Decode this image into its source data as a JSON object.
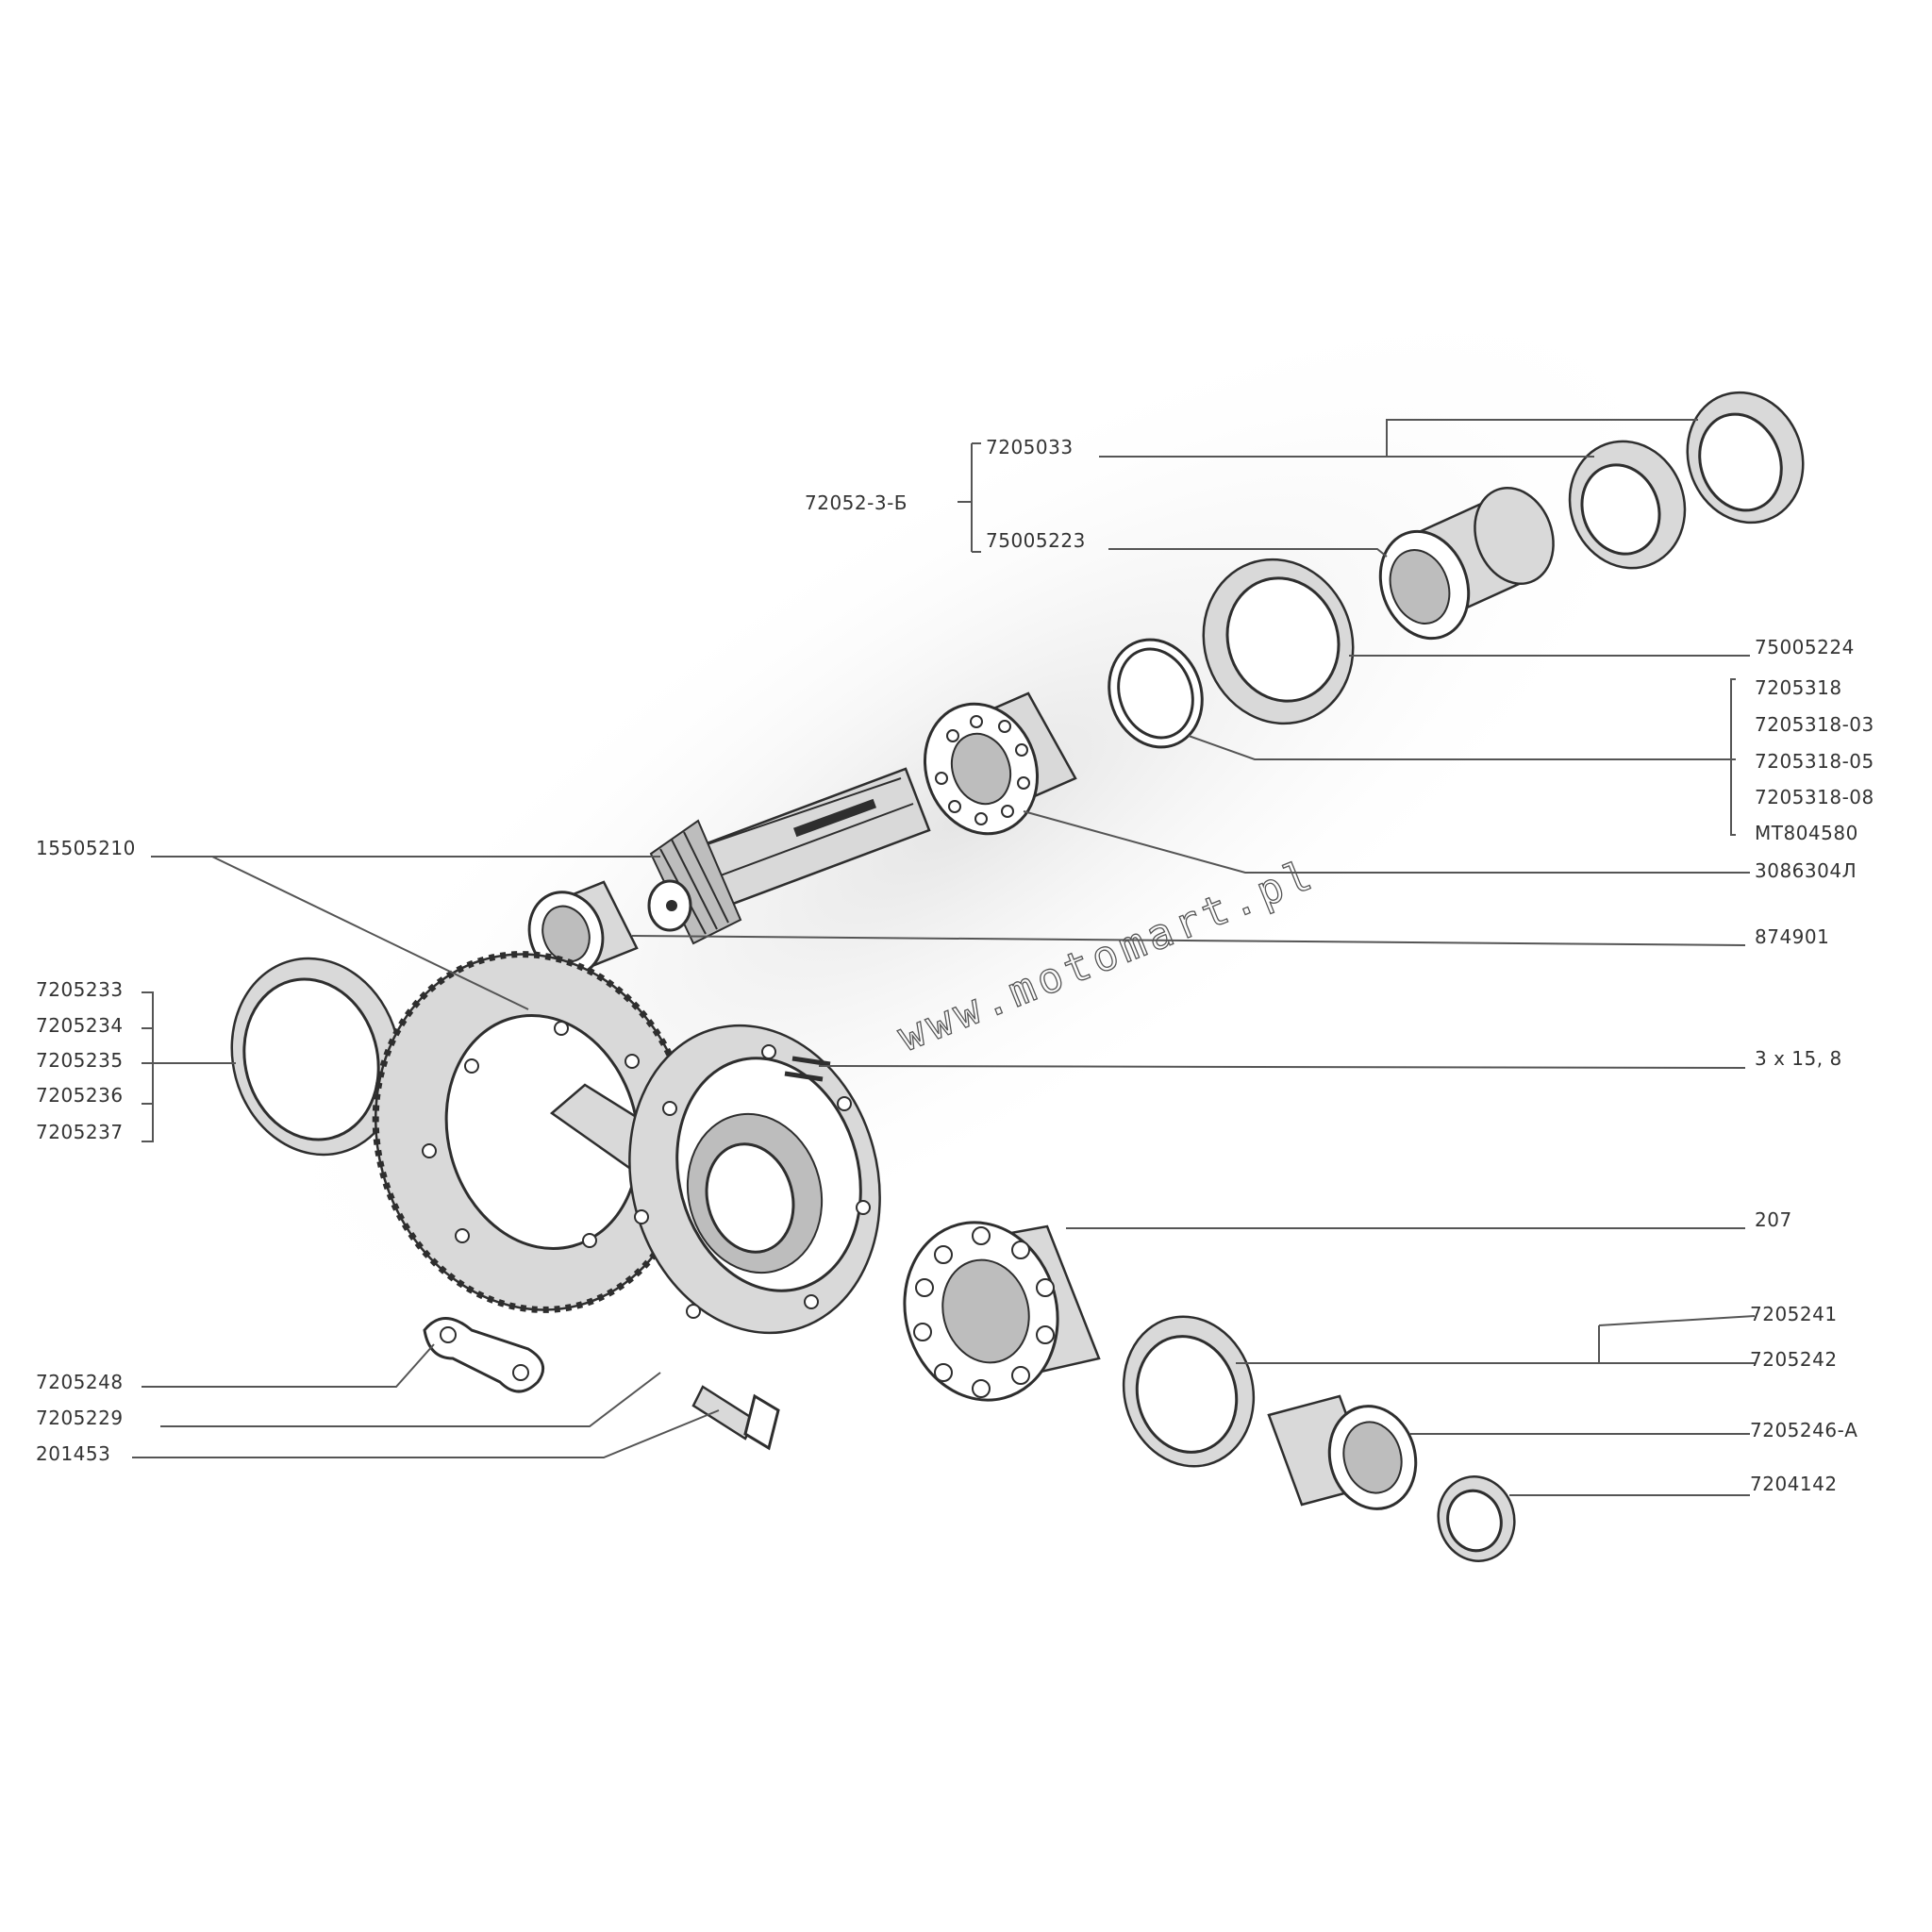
{
  "watermark": "www.motomart.pl",
  "labels": {
    "l72052_3_b": "72052-3-Б",
    "l7205033": "7205033",
    "l75005223": "75005223",
    "l75005224": "75005224",
    "l7205318": "7205318",
    "l7205318_03": "7205318-03",
    "l7205318_05": "7205318-05",
    "l7205318_08": "7205318-08",
    "lmt804580": "МТ804580",
    "l3086304": "3086304Л",
    "l874901": "874901",
    "l15505210": "15505210",
    "l3x158": "3 х 15, 8",
    "l7205233": "7205233",
    "l7205234": "7205234",
    "l7205235": "7205235",
    "l7205236": "7205236",
    "l7205237": "7205237",
    "l207": "207",
    "l7205241": "7205241",
    "l7205242": "7205242",
    "l7205246_a": "7205246-А",
    "l7204142": "7204142",
    "l7205248": "7205248",
    "l7205229": "7205229",
    "l201453": "201453"
  },
  "colors": {
    "ink": "#2e2e2e",
    "shade": "#d9d9d9",
    "background": "#ffffff"
  }
}
